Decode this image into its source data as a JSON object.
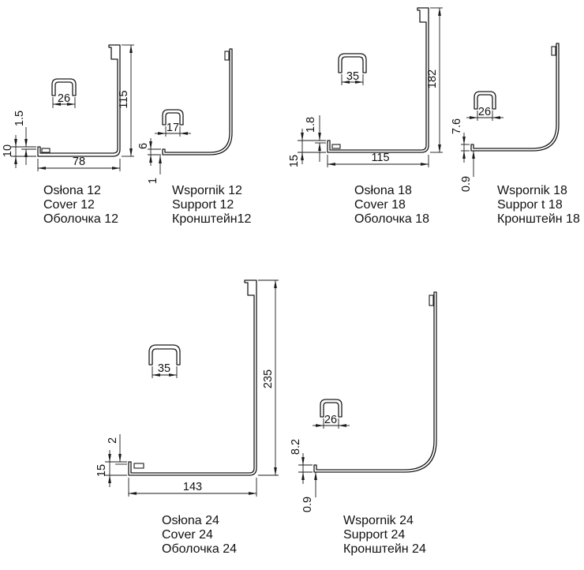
{
  "diagram": {
    "background": "#ffffff",
    "line_color": "#1a1a1a"
  },
  "figures": {
    "oslona12": {
      "name": [
        "Osłona 12",
        "Cover 12",
        "Оболочка 12"
      ],
      "dims": {
        "height": "115",
        "width": "78",
        "lip": "10",
        "thickness": "1.5",
        "clip": "26"
      }
    },
    "wspornik12": {
      "name": [
        "Wspornik 12",
        "Support 12",
        "Кронштейн12"
      ],
      "dims": {
        "lip": "6",
        "thickness": "1",
        "clip": "17"
      }
    },
    "oslona18": {
      "name": [
        "Osłona 18",
        "Cover 18",
        "Оболочка 18"
      ],
      "dims": {
        "height": "182",
        "width": "115",
        "lip": "15",
        "thickness": "1.8",
        "clip": "35"
      }
    },
    "wspornik18": {
      "name": [
        "Wspornik 18",
        "Suppor t 18",
        "Кронштейн 18"
      ],
      "dims": {
        "lip": "7.6",
        "thickness": "0.9",
        "clip": "26"
      }
    },
    "oslona24": {
      "name": [
        "Osłona 24",
        "Cover 24",
        "Оболочка 24"
      ],
      "dims": {
        "height": "235",
        "width": "143",
        "lip": "15",
        "thickness": "2",
        "clip": "35"
      }
    },
    "wspornik24": {
      "name": [
        "Wspornik 24",
        "Support 24",
        "Кронштейн 24"
      ],
      "dims": {
        "lip": "8.2",
        "thickness": "0.9",
        "clip": "26"
      }
    }
  }
}
